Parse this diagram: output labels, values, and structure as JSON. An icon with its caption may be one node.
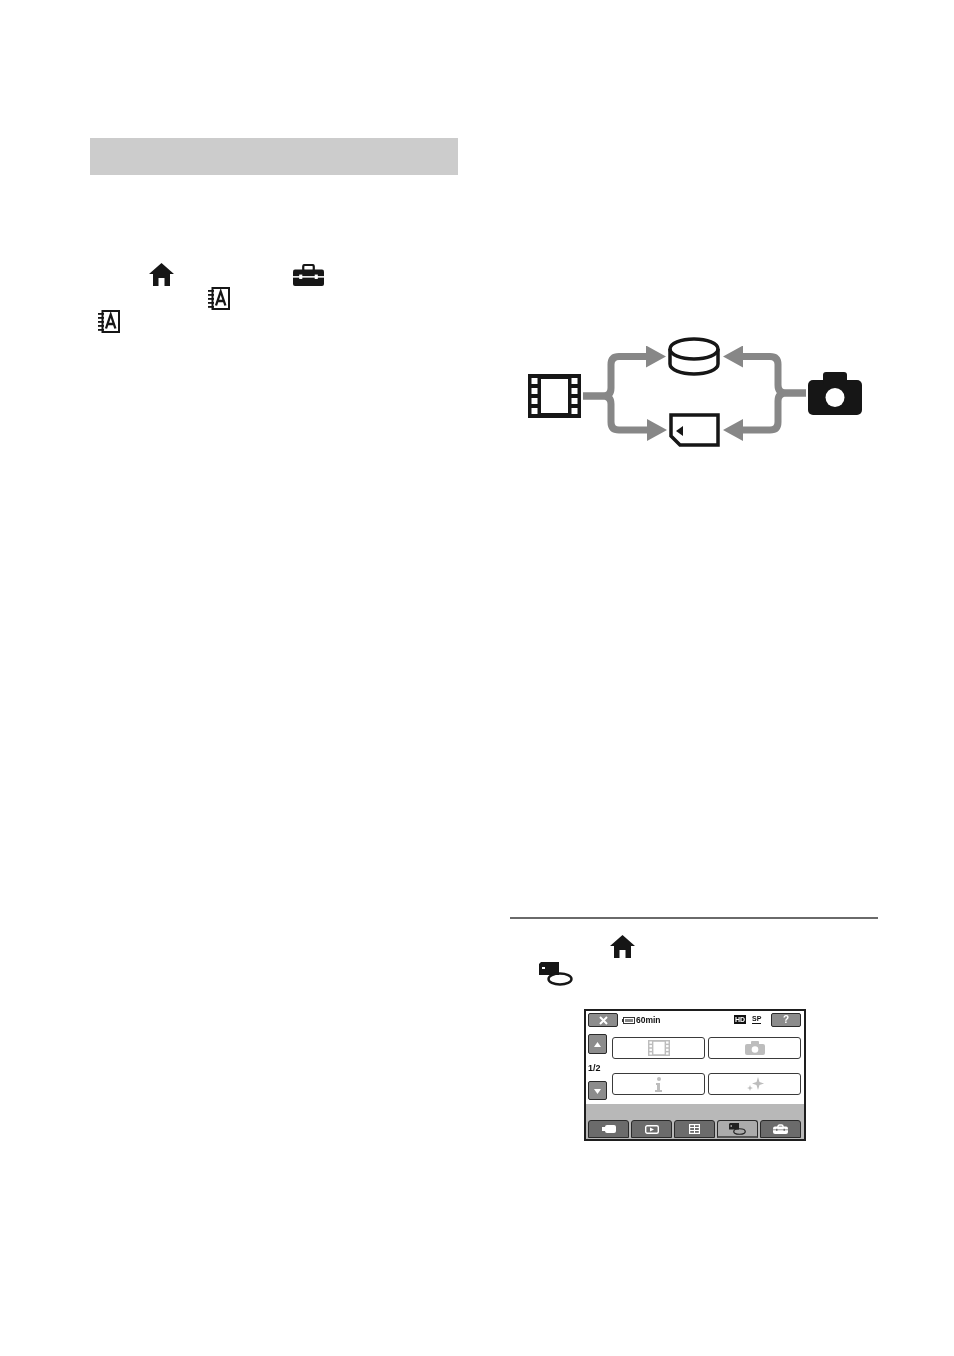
{
  "diagram": {
    "nodes": [
      {
        "text": [],
        "shape": "bar"
      },
      {
        "text": [],
        "shape": "picture"
      },
      {
        "text": [],
        "shape": "cylinder"
      },
      {
        "text": [],
        "shape": "picture"
      },
      {
        "text": [],
        "shape": "picture"
      }
    ],
    "edges": [
      {
        "from": 1,
        "to": 2,
        "arrow": "to"
      },
      {
        "from": 1,
        "to": 3,
        "arrow": "to"
      },
      {
        "from": 4,
        "to": 2,
        "arrow": "to"
      },
      {
        "from": 4,
        "to": 3,
        "arrow": "to"
      }
    ],
    "labels": [
      "60min",
      "HD",
      "SP",
      "?",
      "1/2"
    ]
  }
}
